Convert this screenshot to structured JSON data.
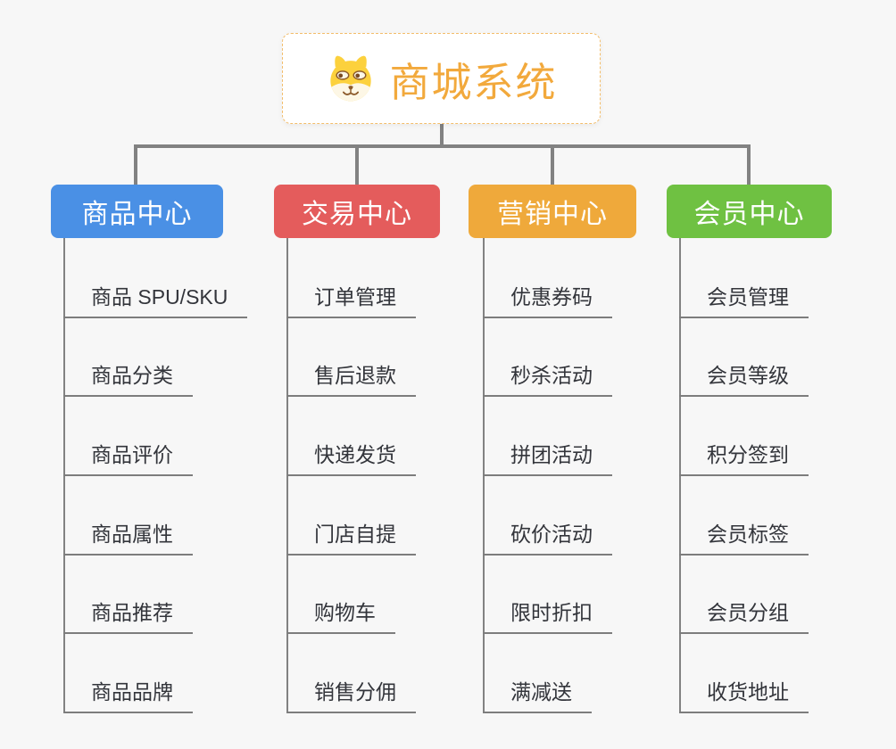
{
  "root": {
    "title": "商城系统",
    "icon": "dog-face-icon",
    "accent_color": "#F2A93C",
    "border_color": "#F3BD6A"
  },
  "branches": [
    {
      "label": "商品中心",
      "color": "#4A90E5",
      "items": [
        "商品 SPU/SKU",
        "商品分类",
        "商品评价",
        "商品属性",
        "商品推荐",
        "商品品牌"
      ]
    },
    {
      "label": "交易中心",
      "color": "#E45C5C",
      "items": [
        "订单管理",
        "售后退款",
        "快递发货",
        "门店自提",
        "购物车",
        "销售分佣"
      ]
    },
    {
      "label": "营销中心",
      "color": "#EFA93B",
      "items": [
        "优惠券码",
        "秒杀活动",
        "拼团活动",
        "砍价活动",
        "限时折扣",
        "满减送"
      ]
    },
    {
      "label": "会员中心",
      "color": "#6FC142",
      "items": [
        "会员管理",
        "会员等级",
        "积分签到",
        "会员标签",
        "会员分组",
        "收货地址"
      ]
    }
  ],
  "connector_color": "#828282",
  "background_color": "#F7F7F7"
}
